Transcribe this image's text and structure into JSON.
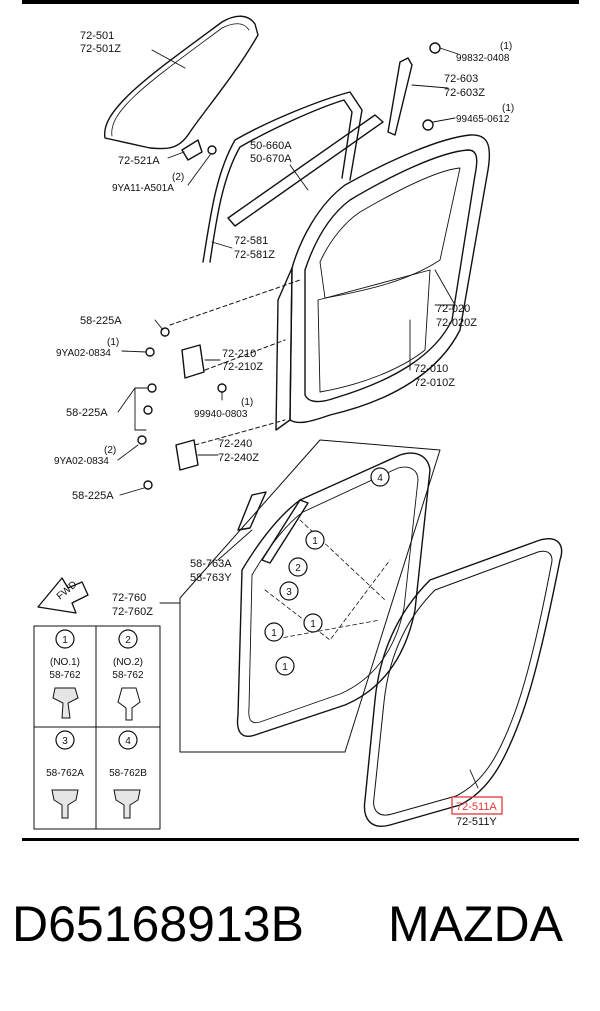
{
  "diagram": {
    "part_labels": {
      "glass_a": "72-501",
      "glass_b": "72-501Z",
      "bolt1_a": "99832-0408",
      "bolt1_q": "(1)",
      "guide_a": "72-603",
      "guide_b": "72-603Z",
      "bolt2_a": "99465-0612",
      "bolt2_q": "(1)",
      "clip521": "72-521A",
      "bolt9ya11_q": "(2)",
      "bolt9ya11": "9YA11-A501A",
      "ws_a": "50-660A",
      "ws_b": "50-670A",
      "run_a": "72-581",
      "run_b": "72-581Z",
      "door_a": "72-020",
      "door_b": "72-020Z",
      "shell_a": "72-010",
      "shell_b": "72-010Z",
      "bolt58a": "58-225A",
      "bolt9ya02a_q": "(1)",
      "bolt9ya02a": "9YA02-0834",
      "hinge_up_a": "72-210",
      "hinge_up_b": "72-210Z",
      "bolt58b": "58-225A",
      "bolt99940_q": "(1)",
      "bolt99940": "99940-0803",
      "hinge_lo_a": "72-240",
      "hinge_lo_b": "72-240Z",
      "bolt9ya02b_q": "(2)",
      "bolt9ya02b": "9YA02-0834",
      "bolt58c": "58-225A",
      "film_a": "58-763A",
      "film_b": "58-763Y",
      "trim_a": "72-760",
      "trim_b": "72-760Z",
      "seal_a": "72-511A",
      "seal_b": "72-511Y",
      "fwd": "FWD"
    },
    "callouts": [
      "1",
      "2",
      "3",
      "4"
    ],
    "legend": {
      "cells": [
        {
          "num": "1",
          "note": "(NO.1)",
          "part": "58-762"
        },
        {
          "num": "2",
          "note": "(NO.2)",
          "part": "58-762"
        },
        {
          "num": "3",
          "note": "",
          "part": "58-762A"
        },
        {
          "num": "4",
          "note": "",
          "part": "58-762B"
        }
      ]
    },
    "highlight_color": "#e53935"
  },
  "caption": {
    "part_number": "D65168913B",
    "brand": "MAZDA"
  }
}
